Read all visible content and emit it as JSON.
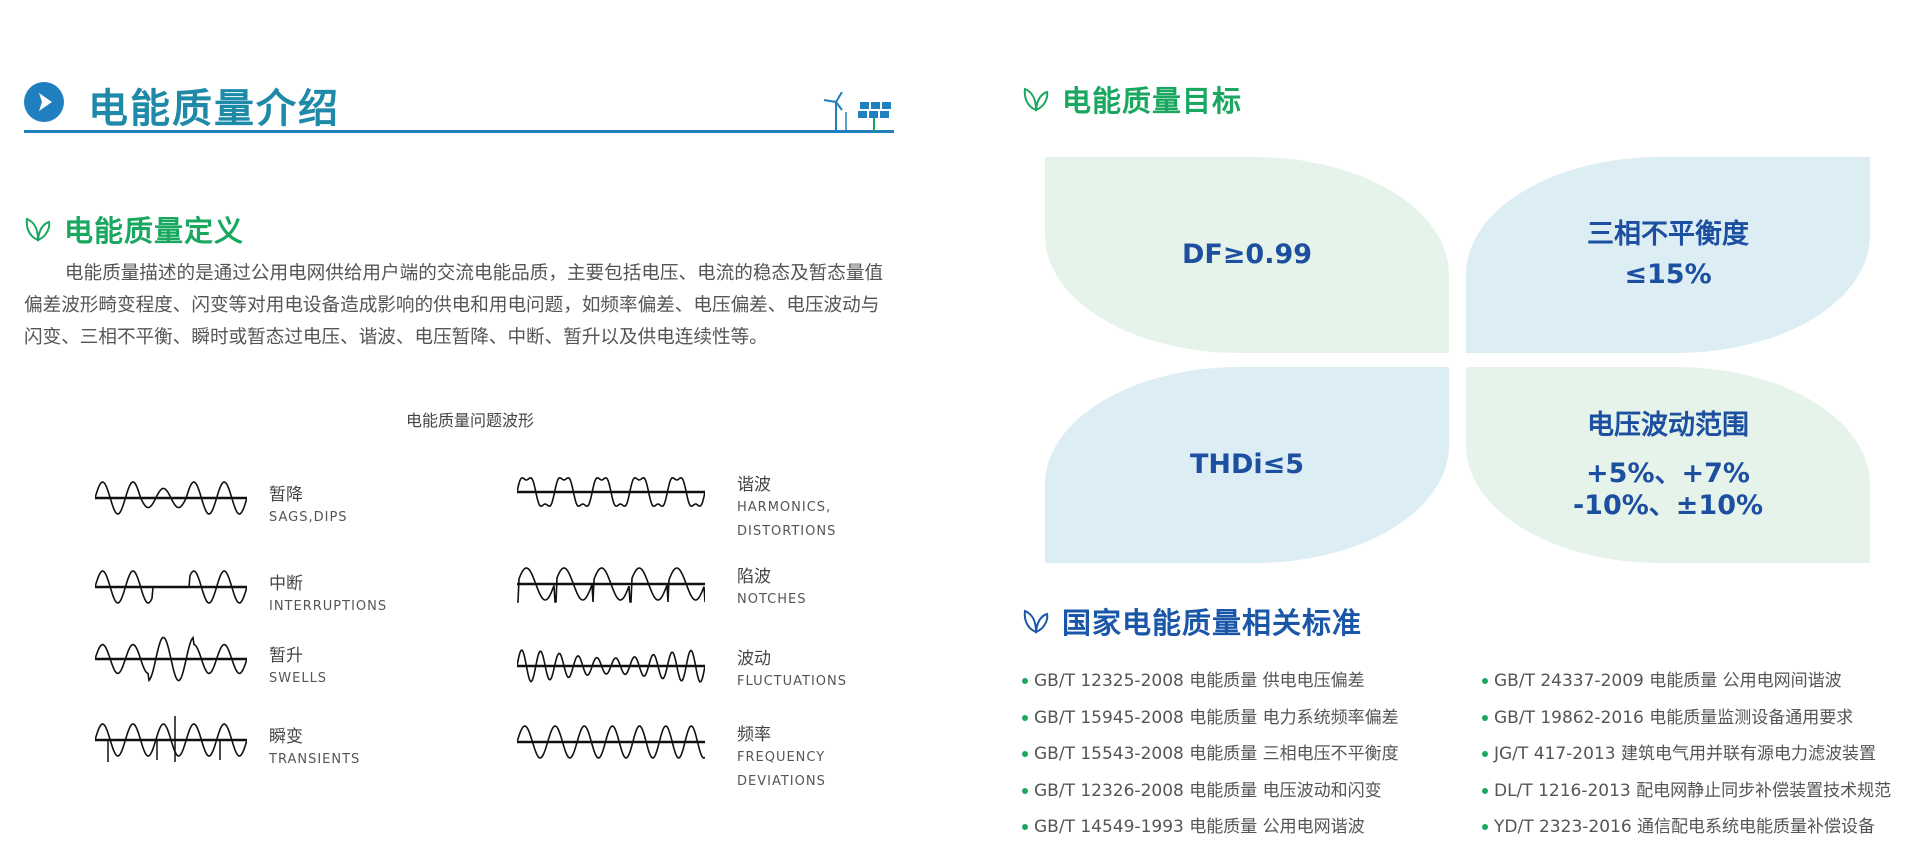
{
  "intro": {
    "title": "电能质量介绍"
  },
  "definition": {
    "heading": "电能质量定义",
    "paragraph": "电能质量描述的是通过公用电网供给用户端的交流电能品质，主要包括电压、电流的稳态及暂态量值偏差波形畸变程度、闪变等对用电设备造成影响的供电和用电问题，如频率偏差、电压偏差、电压波动与闪变、三相不平衡、瞬时或暂态过电压、谐波、电压暂降、中断、暂升以及供电连续性等。"
  },
  "waveforms": {
    "title": "电能质量问题波形",
    "items": [
      {
        "cn": "暂降",
        "en": [
          "SAGS,DIPS"
        ]
      },
      {
        "cn": "中断",
        "en": [
          "INTERRUPTIONS"
        ]
      },
      {
        "cn": "暂升",
        "en": [
          "SWELLS"
        ]
      },
      {
        "cn": "瞬变",
        "en": [
          "TRANSIENTS"
        ]
      },
      {
        "cn": "谐波",
        "en": [
          "HARMONICS,",
          "DISTORTIONS"
        ]
      },
      {
        "cn": "陷波",
        "en": [
          "NOTCHES"
        ]
      },
      {
        "cn": "波动",
        "en": [
          "FLUCTUATIONS"
        ]
      },
      {
        "cn": "频率",
        "en": [
          "FREQUENCY",
          "DEVIATIONS"
        ]
      }
    ]
  },
  "targets": {
    "heading": "电能质量目标",
    "df": "DF≥0.99",
    "unbalance_title": "三相不平衡度",
    "unbalance_value": "≤15%",
    "thdi": "THDi≤5",
    "voltage_title": "电压波动范围",
    "voltage_line1": "+5%、+7%",
    "voltage_line2": "-10%、±10%"
  },
  "standards": {
    "heading": "国家电能质量相关标准",
    "left": [
      "GB/T 12325-2008 电能质量 供电电压偏差",
      "GB/T 15945-2008 电能质量 电力系统频率偏差",
      "GB/T 15543-2008 电能质量 三相电压不平衡度",
      "GB/T 12326-2008 电能质量 电压波动和闪变",
      "GB/T 14549-1993 电能质量 公用电网谐波"
    ],
    "right": [
      "GB/T 24337-2009 电能质量 公用电网间谐波",
      "GB/T 19862-2016 电能质量监测设备通用要求",
      "JG/T  417-2013 建筑电气用并联有源电力滤波装置",
      "DL/T 1216-2013  配电网静止同步补偿装置技术规范",
      "YD/T 2323-2016 通信配电系统电能质量补偿设备"
    ]
  },
  "colors": {
    "green": "#1aa760",
    "blue": "#1b57a8",
    "teal": "#1f8aa8"
  }
}
